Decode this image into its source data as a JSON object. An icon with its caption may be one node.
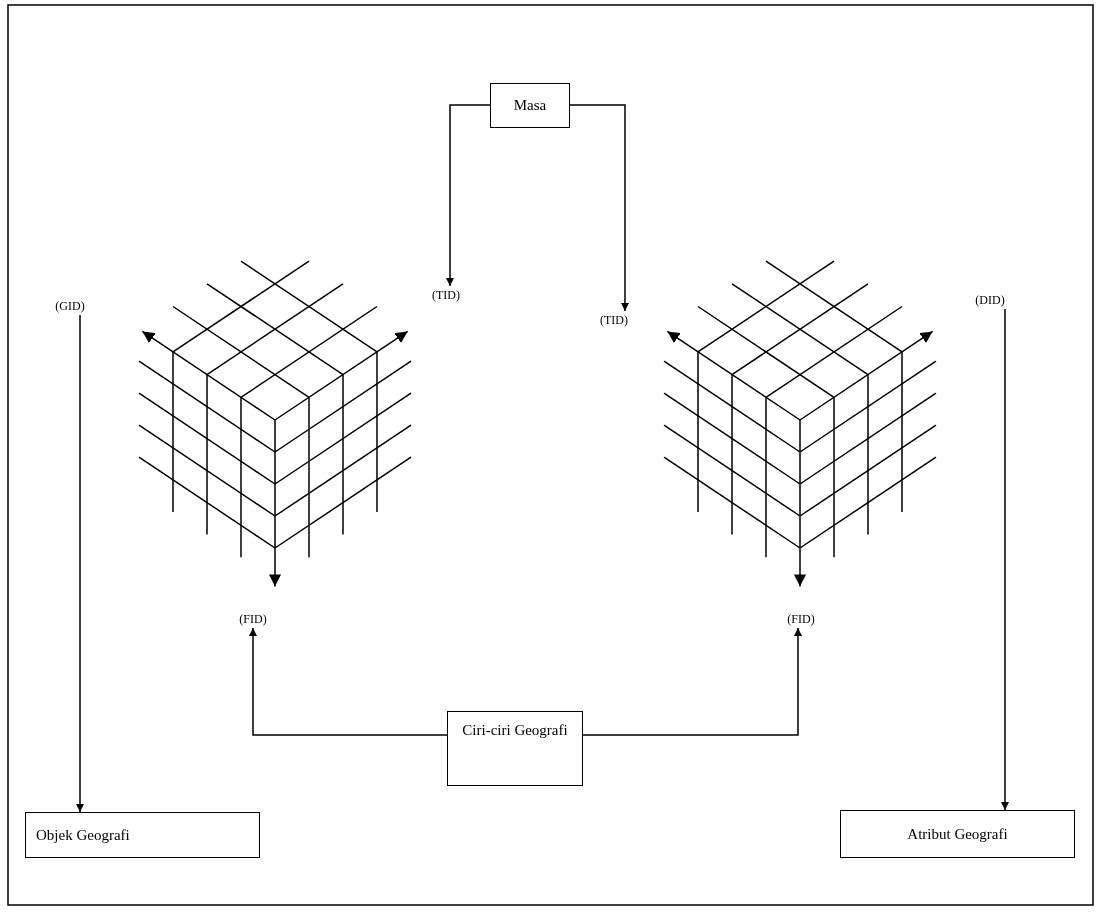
{
  "diagram": {
    "nodes": [
      {
        "text": [
          "Masa"
        ]
      },
      {
        "text": [
          "(GID)"
        ]
      },
      {
        "text": [
          "(TID)"
        ]
      },
      {
        "text": [
          "(TID)"
        ]
      },
      {
        "text": [
          "(DID)"
        ]
      },
      {
        "text": [
          "(FID)"
        ]
      },
      {
        "text": [
          "(FID)"
        ]
      },
      {
        "text": [
          "Ciri-ciri Geografi"
        ]
      },
      {
        "text": [
          "Objek Geografi"
        ]
      },
      {
        "text": [
          "Atribut Geografi"
        ]
      }
    ],
    "edges": [
      {
        "from": 0,
        "to": 2,
        "arrow": "to"
      },
      {
        "from": 0,
        "to": 3,
        "arrow": "to"
      },
      {
        "from": 7,
        "to": 5,
        "arrow": "to"
      },
      {
        "from": 7,
        "to": 6,
        "arrow": "to"
      },
      {
        "from": 1,
        "to": 8,
        "arrow": "to"
      },
      {
        "from": 4,
        "to": 9,
        "arrow": "to"
      }
    ]
  }
}
